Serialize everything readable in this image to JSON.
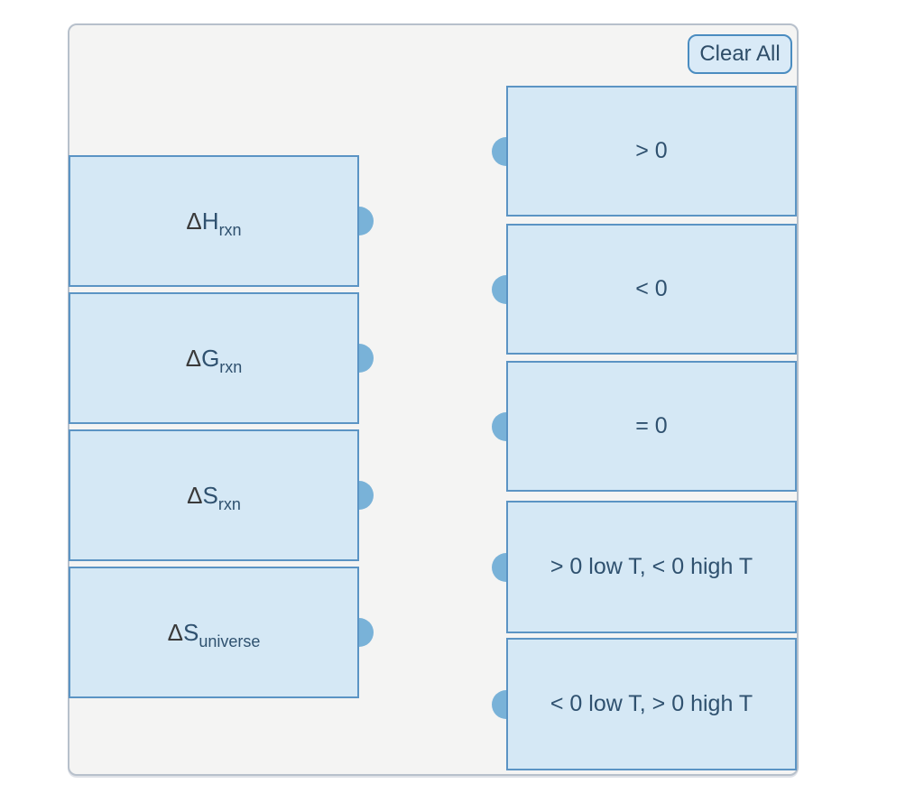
{
  "board": {
    "clear_all_label": "Clear All"
  },
  "terms": [
    {
      "delta": "Δ",
      "letter": "H",
      "subscript": "rxn"
    },
    {
      "delta": "Δ",
      "letter": "G",
      "subscript": "rxn"
    },
    {
      "delta": "Δ",
      "letter": "S",
      "subscript": "rxn"
    },
    {
      "delta": "Δ",
      "letter": "S",
      "subscript": "universe"
    }
  ],
  "options": [
    {
      "label": "> 0"
    },
    {
      "label": "< 0"
    },
    {
      "label": "= 0"
    },
    {
      "label": "> 0 low T, < 0 high T"
    },
    {
      "label": "< 0 low T, > 0 high T"
    }
  ],
  "colors": {
    "card_fill": "#d5e8f5",
    "card_border": "#5b94c4",
    "connector_dot": "#79b2d8",
    "text_blue": "#2f516f",
    "delta_text": "#3a3a3a",
    "board_bg": "#f4f4f3",
    "board_border": "#b7c0cb",
    "button_bg": "#d9eaf7",
    "button_border": "#4a8cc0"
  }
}
